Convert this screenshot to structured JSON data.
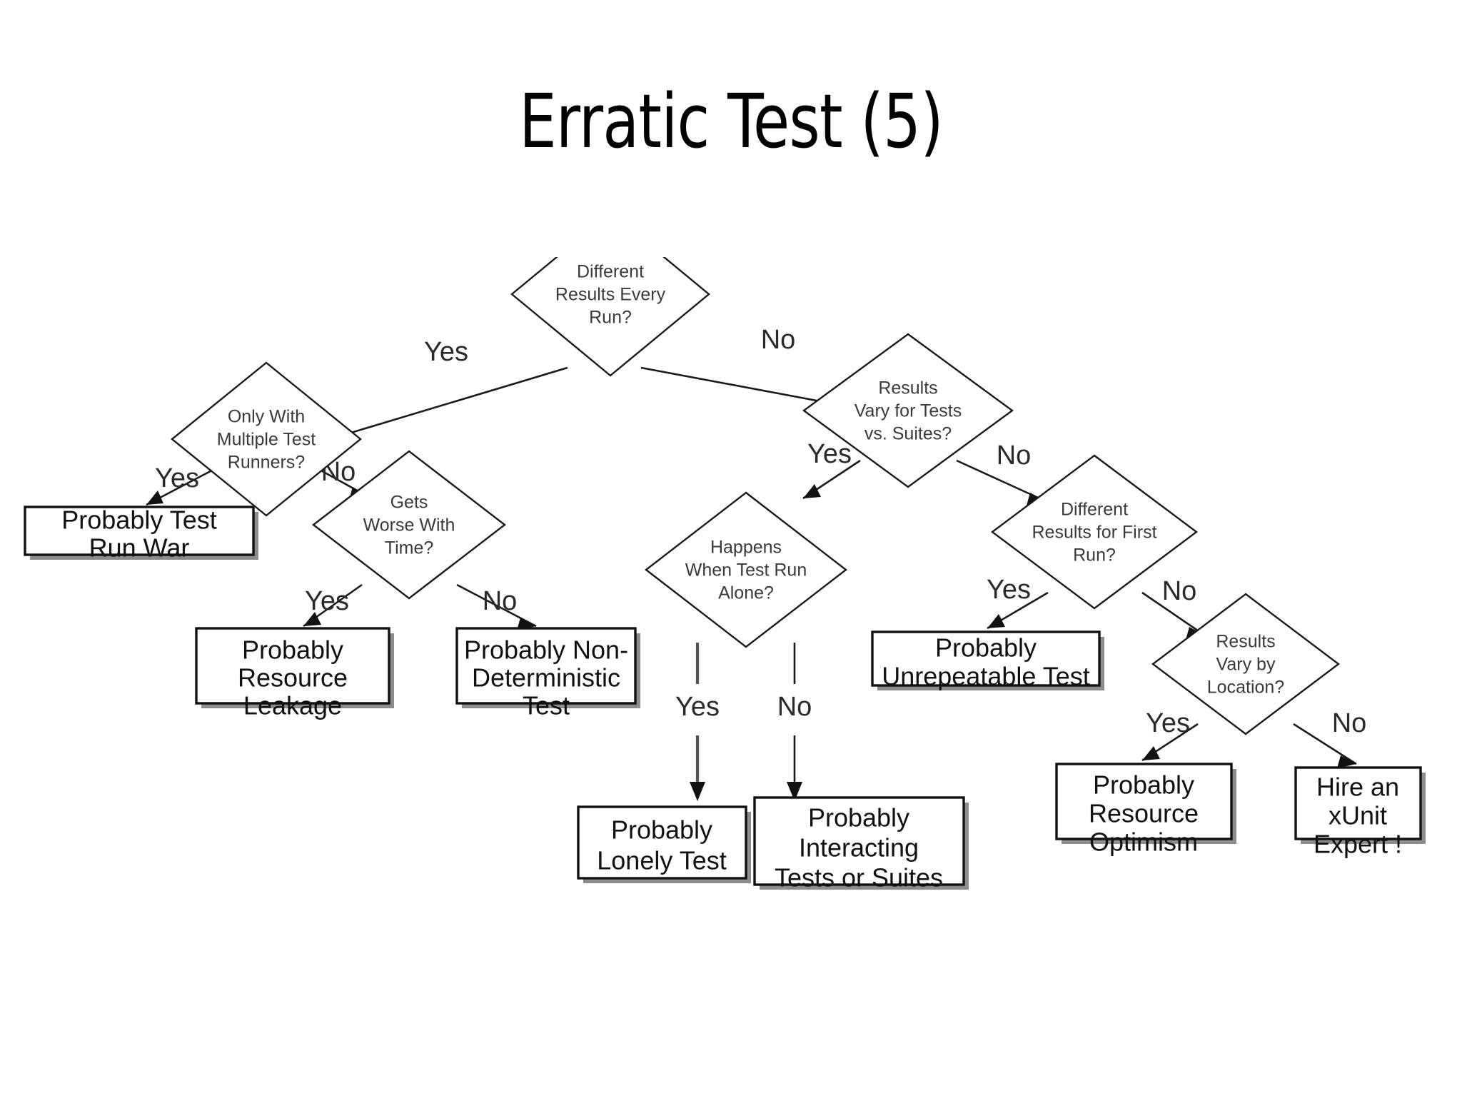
{
  "slide": {
    "title": "Erratic Test (5)",
    "background_color": "#ffffff",
    "text_color": "#000000"
  },
  "diagram": {
    "type": "decision-tree-flowchart",
    "decisions": {
      "root": {
        "id": "different-results-every-run",
        "lines": [
          "Different",
          "Results Every",
          "Run?"
        ]
      },
      "multi_run": {
        "id": "only-with-multiple-test-runners",
        "lines": [
          "Only With",
          "Multiple Test",
          "Runners?"
        ]
      },
      "worse_time": {
        "id": "gets-worse-with-time",
        "lines": [
          "Gets",
          "Worse With",
          "Time?"
        ]
      },
      "tests_suites": {
        "id": "results-vary-tests-vs-suites",
        "lines": [
          "Results",
          "Vary for Tests",
          "vs. Suites?"
        ]
      },
      "run_alone": {
        "id": "happens-when-test-run-alone",
        "lines": [
          "Happens",
          "When Test Run",
          "Alone?"
        ]
      },
      "first_run": {
        "id": "different-results-first-run",
        "lines": [
          "Different",
          "Results for First",
          "Run?"
        ]
      },
      "by_location": {
        "id": "results-vary-by-location",
        "lines": [
          "Results",
          "Vary by",
          "Location?"
        ]
      }
    },
    "outcomes": {
      "test_run_war": {
        "id": "probably-test-run-war",
        "lines": [
          "Probably Test",
          "Run War"
        ]
      },
      "res_leakage": {
        "id": "probably-resource-leakage",
        "lines": [
          "Probably",
          "Resource",
          "Leakage"
        ]
      },
      "non_determ": {
        "id": "probably-non-deterministic-test",
        "lines": [
          "Probably Non-",
          "Deterministic",
          "Test"
        ]
      },
      "lonely_test": {
        "id": "probably-lonely-test",
        "lines": [
          "Probably",
          "Lonely Test"
        ]
      },
      "interacting": {
        "id": "probably-interacting-tests-or-suites",
        "lines": [
          "Probably",
          "Interacting",
          "Tests or Suites"
        ]
      },
      "unrepeatable": {
        "id": "probably-unrepeatable-test",
        "lines": [
          "Probably",
          "Unrepeatable Test"
        ]
      },
      "res_optimism": {
        "id": "probably-resource-optimism",
        "lines": [
          "Probably",
          "Resource",
          "Optimism"
        ]
      },
      "hire_expert": {
        "id": "hire-an-xunit-expert",
        "lines": [
          "Hire an",
          "xUnit",
          "Expert !"
        ]
      }
    },
    "edge_labels": {
      "root_yes": "Yes",
      "root_no": "No",
      "multi_run_yes": "Yes",
      "multi_run_no": "No",
      "worse_time_yes": "Yes",
      "worse_time_no": "No",
      "tests_suites_yes": "Yes",
      "tests_suites_no": "No",
      "run_alone_yes": "Yes",
      "run_alone_no": "No",
      "first_run_yes": "Yes",
      "first_run_no": "No",
      "by_location_yes": "Yes",
      "by_location_no": "No"
    },
    "edges": [
      {
        "from": "different-results-every-run",
        "to": "only-with-multiple-test-runners",
        "label": "Yes"
      },
      {
        "from": "different-results-every-run",
        "to": "results-vary-tests-vs-suites",
        "label": "No"
      },
      {
        "from": "only-with-multiple-test-runners",
        "to": "probably-test-run-war",
        "label": "Yes"
      },
      {
        "from": "only-with-multiple-test-runners",
        "to": "gets-worse-with-time",
        "label": "No"
      },
      {
        "from": "gets-worse-with-time",
        "to": "probably-resource-leakage",
        "label": "Yes"
      },
      {
        "from": "gets-worse-with-time",
        "to": "probably-non-deterministic-test",
        "label": "No"
      },
      {
        "from": "results-vary-tests-vs-suites",
        "to": "happens-when-test-run-alone",
        "label": "Yes"
      },
      {
        "from": "results-vary-tests-vs-suites",
        "to": "different-results-first-run",
        "label": "No"
      },
      {
        "from": "happens-when-test-run-alone",
        "to": "probably-lonely-test",
        "label": "Yes"
      },
      {
        "from": "happens-when-test-run-alone",
        "to": "probably-interacting-tests-or-suites",
        "label": "No"
      },
      {
        "from": "different-results-first-run",
        "to": "probably-unrepeatable-test",
        "label": "Yes"
      },
      {
        "from": "different-results-first-run",
        "to": "results-vary-by-location",
        "label": "No"
      },
      {
        "from": "results-vary-by-location",
        "to": "probably-resource-optimism",
        "label": "Yes"
      },
      {
        "from": "results-vary-by-location",
        "to": "hire-an-xunit-expert",
        "label": "No"
      }
    ],
    "colors": {
      "node_fill": "#ffffff",
      "node_stroke": "#1a1a1a",
      "box_stroke": "#111111",
      "box_shadow": "#8c8c8c",
      "edge": "#1a1a1a",
      "label_text": "#2a2a2a"
    }
  }
}
